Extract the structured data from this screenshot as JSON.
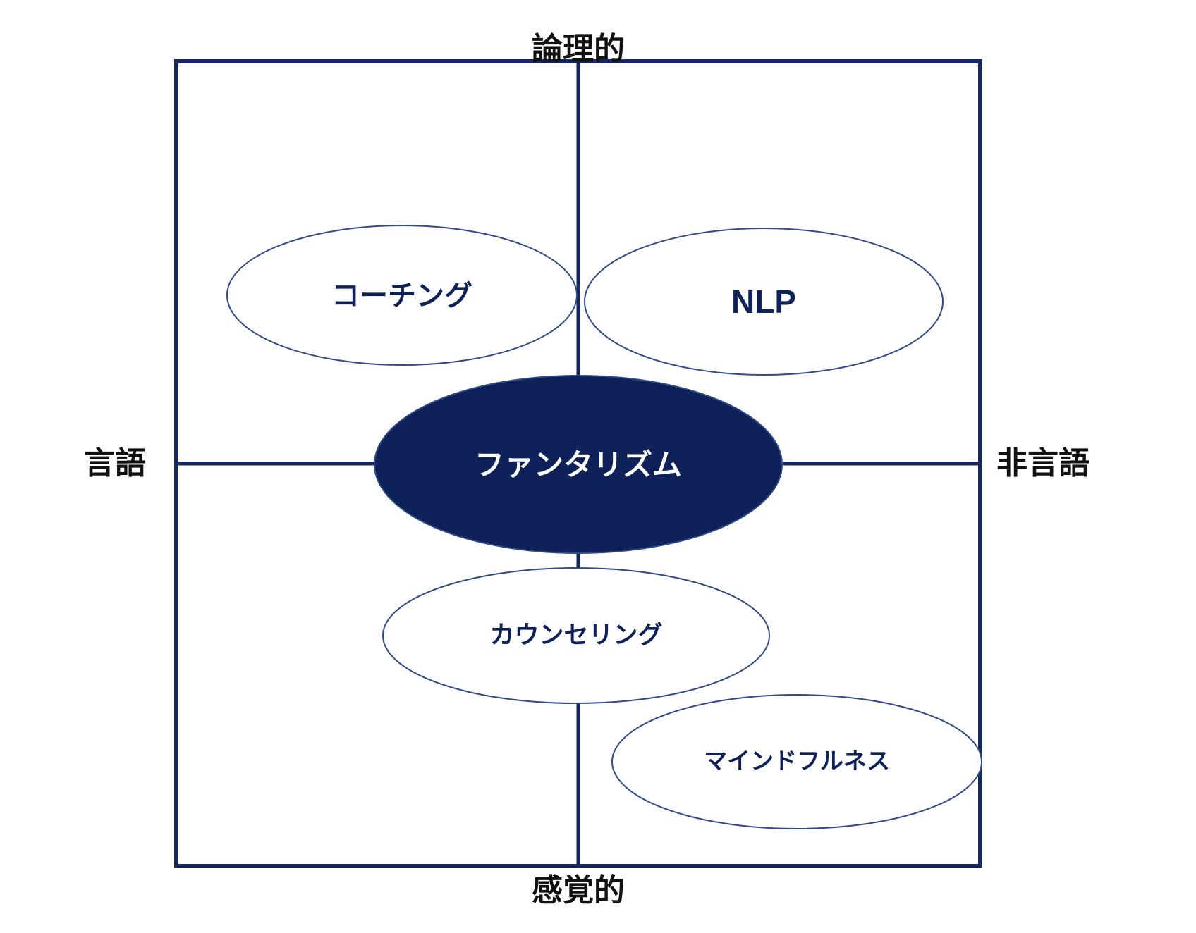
{
  "axes": {
    "top": "論理的",
    "bottom": "感覚的",
    "left": "言語",
    "right": "非言語"
  },
  "methods": [
    {
      "label": "コーチング",
      "filled": false
    },
    {
      "label": "NLP",
      "filled": false
    },
    {
      "label": "ファンタリズム",
      "filled": true
    },
    {
      "label": "カウンセリング",
      "filled": false
    },
    {
      "label": "マインドフルネス",
      "filled": false
    }
  ],
  "colors": {
    "navy": "#0e2159",
    "frame": "#14275e",
    "outline": "#2f4a8a",
    "background": "#ffffff",
    "axis_text": "#111111",
    "highlight_text": "#ffffff"
  }
}
